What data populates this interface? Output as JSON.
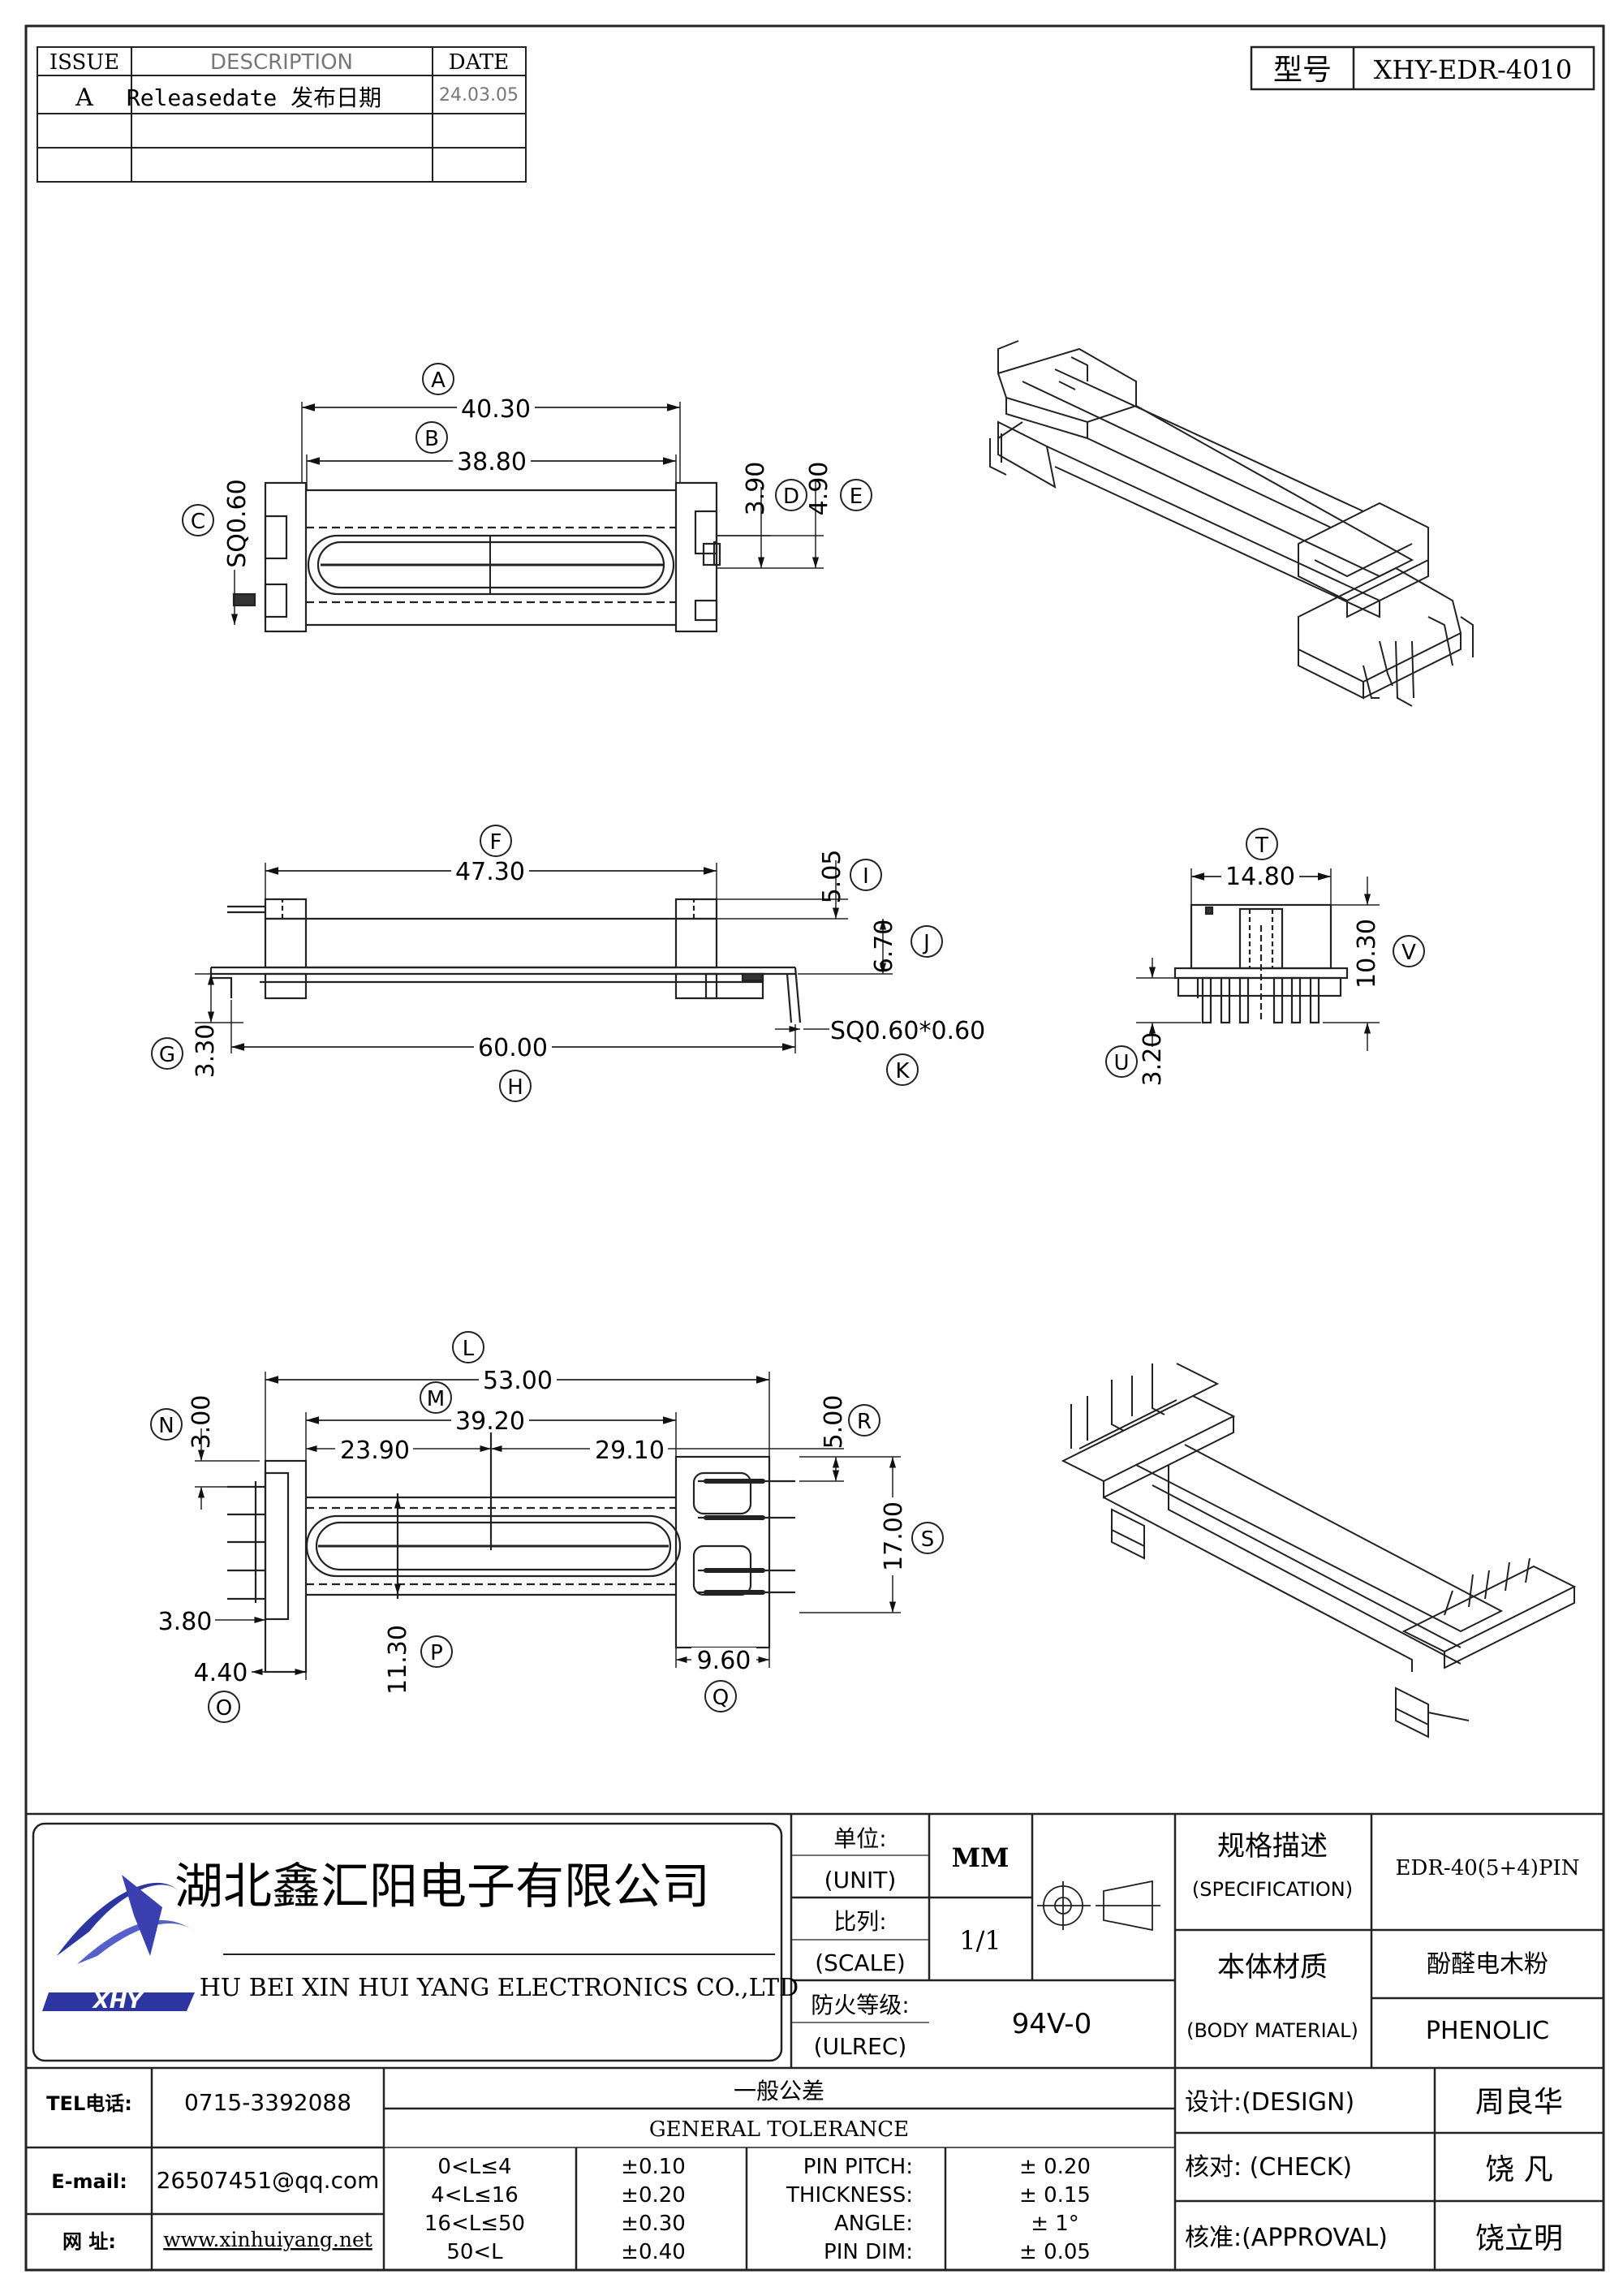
{
  "revision_table": {
    "headers": {
      "issue": "ISSUE",
      "description": "DESCRIPTION",
      "date": "DATE"
    },
    "rows": [
      {
        "issue": "A",
        "description": "Releasedate 发布日期",
        "date": "24.03.05"
      }
    ]
  },
  "model": {
    "label": "型号",
    "value": "XHY-EDR-4010"
  },
  "top_view": {
    "A": {
      "letter": "A",
      "value": "40.30"
    },
    "B": {
      "letter": "B",
      "value": "38.80"
    },
    "C": {
      "letter": "C",
      "value": "SQ0.60"
    },
    "D": {
      "letter": "D",
      "value": "3.90"
    },
    "E": {
      "letter": "E",
      "value": "4.90"
    }
  },
  "side_view": {
    "F": {
      "letter": "F",
      "value": "47.30"
    },
    "I": {
      "letter": "I",
      "value": "5.05"
    },
    "J": {
      "letter": "J",
      "value": "6.70"
    },
    "G": {
      "letter": "G",
      "value": "3.30"
    },
    "H": {
      "letter": "H",
      "value": "60.00"
    },
    "K": {
      "letter": "K",
      "value": "SQ0.60*0.60"
    }
  },
  "end_view": {
    "T": {
      "letter": "T",
      "value": "14.80"
    },
    "V": {
      "letter": "V",
      "value": "10.30"
    },
    "U": {
      "letter": "U",
      "value": "3.20"
    }
  },
  "bottom_view": {
    "L": {
      "letter": "L",
      "value": "53.00"
    },
    "M": {
      "letter": "M",
      "value": "39.20"
    },
    "left_part": "23.90",
    "right_part": "29.10",
    "N": {
      "letter": "N",
      "value": "3.00"
    },
    "R": {
      "letter": "R",
      "value": "5.00"
    },
    "S": {
      "letter": "S",
      "value": "17.00"
    },
    "pitch_left": "3.80",
    "O": {
      "letter": "O",
      "value": "4.40"
    },
    "P": {
      "letter": "P",
      "value": "11.30"
    },
    "Q": {
      "letter": "Q",
      "value": "9.60"
    }
  },
  "title_block": {
    "company_cn": "湖北鑫汇阳电子有限公司",
    "company_en": "HU BEI XIN HUI YANG ELECTRONICS CO.,LTD",
    "logo_text": "XHY",
    "unit_cn": "单位:",
    "unit_en": "(UNIT)",
    "unit_value": "MM",
    "scale_cn": "比列:",
    "scale_en": "(SCALE)",
    "scale_value": "1/1",
    "fire_cn": "防火等级:",
    "fire_en": "(ULREC)",
    "fire_value": "94V-0",
    "spec_cn": "规格描述",
    "spec_en": "(SPECIFICATION)",
    "spec_value": "EDR-40(5+4)PIN",
    "material_cn": "本体材质",
    "material_en": "(BODY MATERIAL)",
    "material_value_cn": "酚醛电木粉",
    "material_value_en": "PHENOLIC",
    "tel_label": "TEL电话:",
    "tel_value": "0715-3392088",
    "email_label": "E-mail:",
    "email_value": "26507451@qq.com",
    "web_label": "网  址:",
    "web_value": "www.xinhuiyang.net",
    "tolerance_cn": "一般公差",
    "tolerance_en": "GENERAL TOLERANCE",
    "tolerances": [
      {
        "range": "0<L≤4",
        "value": "±0.10"
      },
      {
        "range": "4<L≤16",
        "value": "±0.20"
      },
      {
        "range": "16<L≤50",
        "value": "±0.30"
      },
      {
        "range": "50<L",
        "value": "±0.40"
      }
    ],
    "other_tolerances": [
      {
        "name": "PIN PITCH:",
        "value": "± 0.20"
      },
      {
        "name": "THICKNESS:",
        "value": "± 0.15"
      },
      {
        "name": "ANGLE:",
        "value": "± 1°"
      },
      {
        "name": "PIN DIM:",
        "value": "± 0.05"
      }
    ],
    "design_label": "设计:(DESIGN)",
    "design_name": "周良华",
    "check_label": "核对: (CHECK)",
    "check_name": "饶  凡",
    "approval_label": "核准:(APPROVAL)",
    "approval_name": "饶立明"
  }
}
